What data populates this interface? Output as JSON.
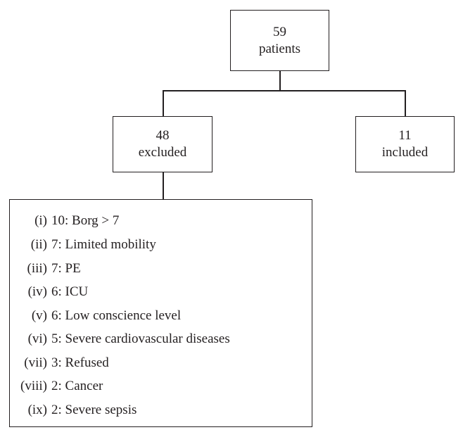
{
  "top_node": {
    "count": "59",
    "label": "patients"
  },
  "excluded_node": {
    "count": "48",
    "label": "excluded"
  },
  "included_node": {
    "count": "11",
    "label": "included"
  },
  "exclusion_reasons": [
    {
      "num": "(i)",
      "text": "10: Borg > 7"
    },
    {
      "num": "(ii)",
      "text": "7: Limited mobility"
    },
    {
      "num": "(iii)",
      "text": "7: PE"
    },
    {
      "num": "(iv)",
      "text": "6: ICU"
    },
    {
      "num": "(v)",
      "text": "6: Low conscience level"
    },
    {
      "num": "(vi)",
      "text": "5: Severe cardiovascular diseases"
    },
    {
      "num": "(vii)",
      "text": "3: Refused"
    },
    {
      "num": "(viii)",
      "text": "2: Cancer"
    },
    {
      "num": "(ix)",
      "text": "2: Severe sepsis"
    }
  ],
  "colors": {
    "line": "#231f20",
    "text": "#231f20",
    "background": "#ffffff"
  }
}
